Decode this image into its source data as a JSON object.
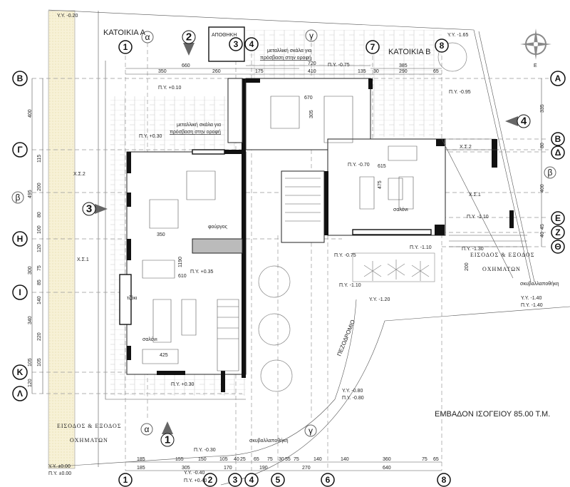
{
  "title": "ΕΜΒΑΔΟΝ ΙΣΟΓΕΙΟΥ 85.00 Τ.Μ.",
  "labels": {
    "house_a": "ΚΑΤΟΙΚΙΑ Α",
    "house_b": "ΚΑΤΟΙΚΙΑ Β",
    "storage": "ΑΠΟΘΗΚΗ",
    "stair_note_1": "μεταλλική σκάλα για",
    "stair_note_2": "πρόσβαση στην οροφή",
    "xs2": "Χ.Σ.2",
    "xs1": "Χ.Σ.1",
    "oven": "φούργος",
    "living": "σαλόνι",
    "fireplace": "τζάκι",
    "entrance_1": "ΕΙΣΟΔΟΣ & ΕΞΟΔΟΣ",
    "entrance_2": "ΟΧΗΜΑΤΩΝ",
    "refuse": "σκυβαλλαποθήκη",
    "sidewalk": "ΠΕΖΟΔΡΟΜΙΟ"
  },
  "grid_columns": [
    "1",
    "2",
    "3",
    "4",
    "5",
    "6",
    "7",
    "8"
  ],
  "grid_rows_left": [
    "Β",
    "Γ",
    "Η",
    "Ι",
    "Κ",
    "Λ"
  ],
  "grid_rows_right": [
    "Α",
    "Β",
    "Δ",
    "Ε",
    "Ζ",
    "Θ"
  ],
  "sections": [
    "α",
    "β",
    "γ"
  ],
  "views": [
    "1",
    "2",
    "3",
    "4"
  ],
  "compass": "Ε",
  "levels": [
    "Υ.Υ. -0.20",
    "Π.Υ. +0.10",
    "Π.Υ. +0.30",
    "Π.Υ. -0.75",
    "Υ.Υ. -1.65",
    "Π.Υ. -0.95",
    "Π.Υ. -0.70",
    "Π.Υ. +0.35",
    "Π.Υ. -1.10",
    "Π.Υ. -1.10",
    "Π.Υ. -0.75",
    "Π.Υ. -1.30",
    "Π.Υ. -1.10",
    "Υ.Υ. -1.20",
    "Υ.Υ. -1.40",
    "Π.Υ. -1.40",
    "Π.Υ. +0.30",
    "Υ.Υ. -0.80",
    "Π.Υ. -0.80",
    "Π.Υ. -0.30",
    "Υ.Υ. -0.40",
    "Π.Υ. +0.40",
    "Υ.Υ. ±0.00",
    "Π.Υ. ±0.00"
  ],
  "dims_top": [
    "660",
    "350",
    "260",
    "175",
    "720",
    "410",
    "135",
    "30",
    "385",
    "290",
    "65"
  ],
  "dims_left": [
    "400",
    "115",
    "495",
    "200",
    "80",
    "100",
    "120",
    "300",
    "75",
    "85",
    "140",
    "340",
    "220",
    "105",
    "105",
    "120"
  ],
  "dims_right": [
    "335",
    "80",
    "400",
    "40",
    "45"
  ],
  "dims_interior": [
    "670",
    "305",
    "615",
    "475",
    "350",
    "1190",
    "610",
    "425",
    "200"
  ],
  "dims_bottom_1": [
    "185",
    "155",
    "150",
    "105",
    "40",
    "25",
    "65",
    "75",
    "30",
    "55",
    "75",
    "140",
    "140",
    "360",
    "75",
    "65"
  ],
  "dims_bottom_2": [
    "185",
    "305",
    "170",
    "190",
    "270",
    "640"
  ]
}
